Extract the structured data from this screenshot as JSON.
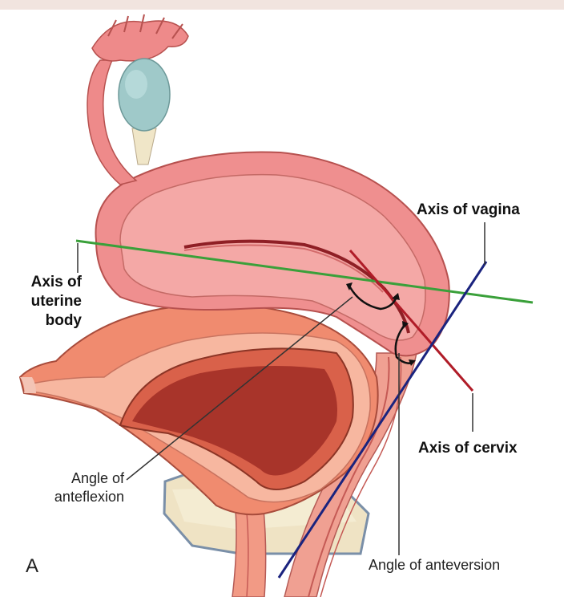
{
  "labels": {
    "axis_of_vagina": "Axis of vagina",
    "axis_of_uterine_body": [
      "Axis of",
      "uterine",
      "body"
    ],
    "axis_of_cervix": "Axis of cervix",
    "angle_of_anteflexion": [
      "Angle of",
      "anteflexion"
    ],
    "angle_of_anteversion": "Angle of anteversion",
    "panel_letter": "A"
  },
  "colors": {
    "uterine_axis_line": "#3aa03a",
    "cervix_axis_line": "#b01c28",
    "vagina_axis_line": "#1a237e",
    "uterus": "#ef8f8f",
    "bladder": "#f08b6f",
    "ovary": "#9fc9c9",
    "pubic_bone": "#efe3c4"
  }
}
